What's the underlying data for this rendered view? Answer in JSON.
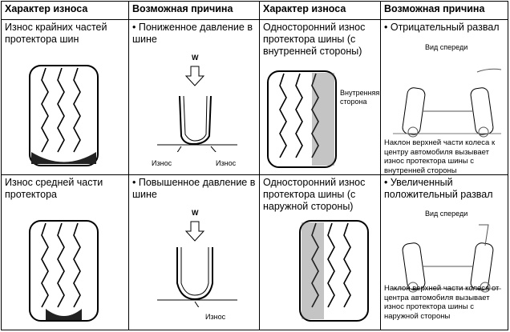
{
  "headers": [
    "Характер износа",
    "Возможная причина",
    "Характер износа",
    "Возможная причина"
  ],
  "rows": [
    {
      "wear": "Износ крайних частей протектора шин",
      "cause": "• Пониженное давление в шине",
      "cause_labels": {
        "force": "W",
        "wear_left": "Износ",
        "wear_right": "Износ"
      },
      "wear2": "Односторонний износ протектора шины (с внутренней стороны)",
      "wear2_label": "Внутренняя сторона",
      "cause2": "• Отрицательный развал",
      "view": "Вид спереди",
      "note": "Наклон верхней части колеса к центру автомобиля вызывает износ протектора шины с внутренней стороны"
    },
    {
      "wear": "Износ средней части протектора",
      "cause": "• Повышенное давление в шине",
      "cause_labels": {
        "force": "W",
        "wear": "Износ"
      },
      "wear2": "Односторонний износ протектора шины (с наружной стороны)",
      "cause2": "• Увеличенный положительный развал",
      "view": "Вид спереди",
      "note": "Наклон верхней части колеса от центра автомобиля вызывает износ протектора шины с наружной стороны"
    }
  ]
}
